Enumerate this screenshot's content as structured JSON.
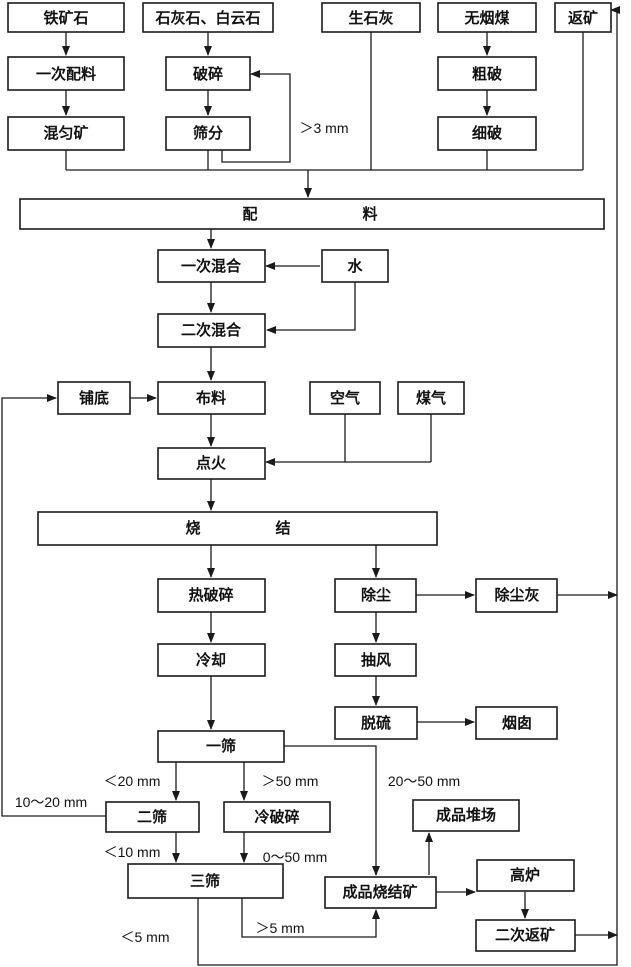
{
  "nodes": {
    "iron_ore": "铁矿石",
    "limestone": "石灰石、白云石",
    "quicklime": "生石灰",
    "anthracite": "无烟煤",
    "return_ore": "返矿",
    "primary_batching": "一次配料",
    "crushing": "破碎",
    "coarse_crushing": "粗破",
    "blended_ore": "混匀矿",
    "screening": "筛分",
    "fine_crushing": "细破",
    "batching": "配　　　　　　　料",
    "primary_mixing": "一次混合",
    "water": "水",
    "secondary_mixing": "二次混合",
    "hearth_layer": "铺底",
    "feeding": "布料",
    "air": "空气",
    "gas": "煤气",
    "ignition": "点火",
    "sintering": "烧　　　　　结",
    "hot_crushing": "热破碎",
    "dedusting": "除尘",
    "dedusting_ash": "除尘灰",
    "cooling": "冷却",
    "exhaust": "抽风",
    "desulfurization": "脱硫",
    "chimney": "烟囱",
    "screen_1": "一筛",
    "screen_2": "二筛",
    "cold_crushing": "冷破碎",
    "finished_yard": "成品堆场",
    "screen_3": "三筛",
    "finished_sinter": "成品烧结矿",
    "blast_furnace": "高炉",
    "secondary_return": "二次返矿"
  },
  "labels": {
    "gt_3mm": "＞3 mm",
    "lt_20mm": "＜20 mm",
    "gt_50mm": "＞50 mm",
    "range_20_50mm": "20～50 mm",
    "range_10_20mm": "10～20 mm",
    "lt_10mm": "＜10 mm",
    "range_0_50mm": "0～50 mm",
    "lt_5mm": "＜5 mm",
    "gt_5mm": "＞5 mm"
  }
}
